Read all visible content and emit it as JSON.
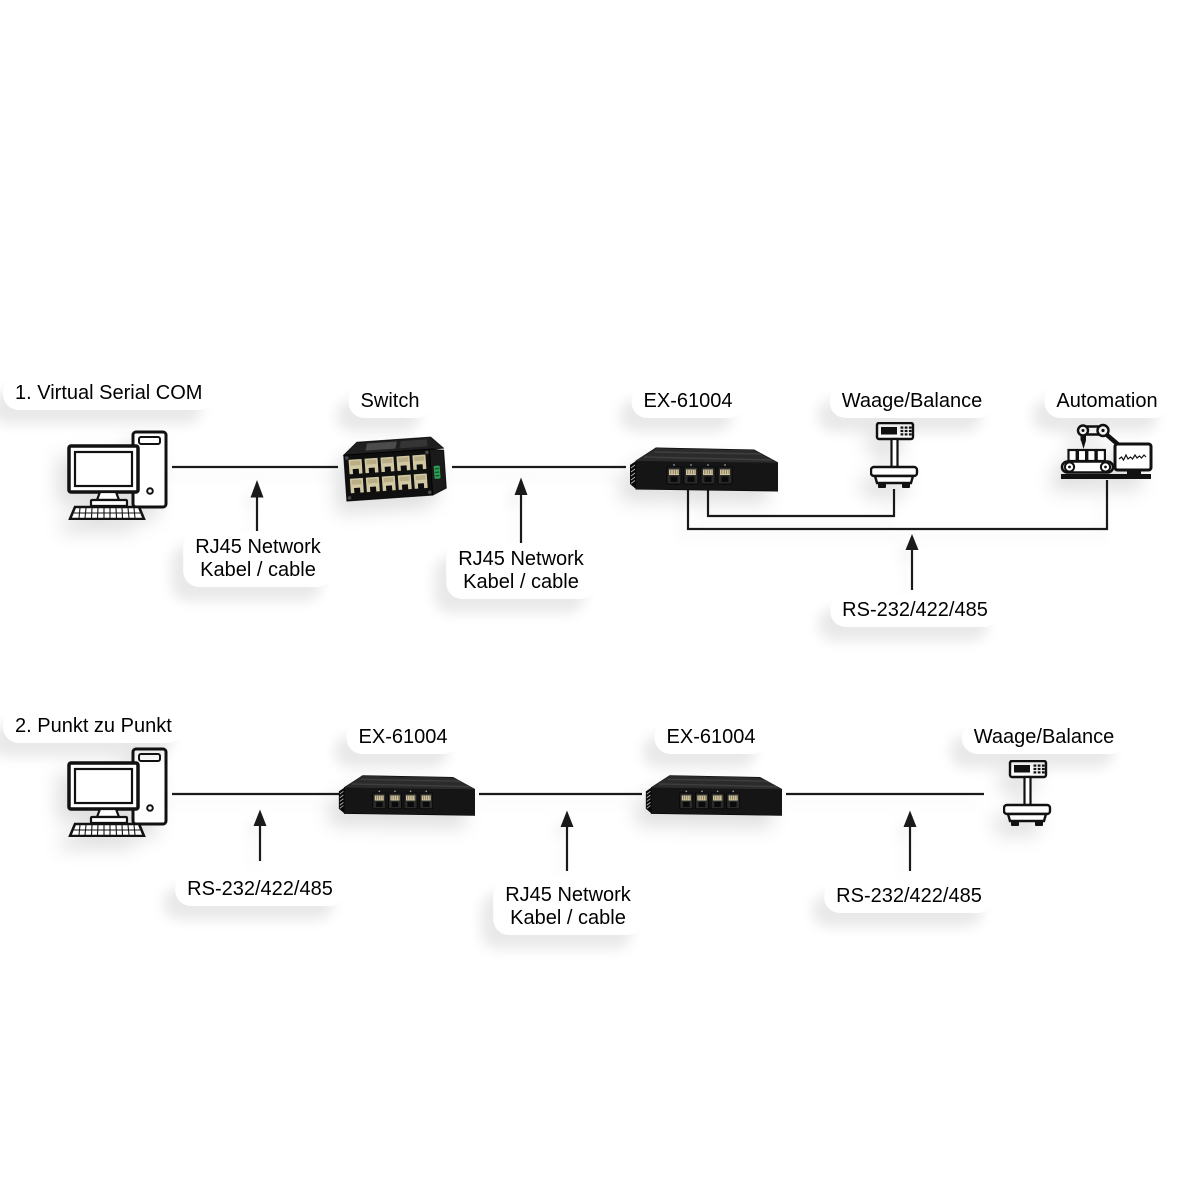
{
  "colors": {
    "background": "#ffffff",
    "line": "#1a1a1a",
    "text": "#000000",
    "device_body": "#141414",
    "rj45_port_tan": "#d2c9a4",
    "switch_terminal_green": "#2e9e52"
  },
  "sections": [
    {
      "title": "1. Virtual Serial COM",
      "device_labels": {
        "switch": "Switch",
        "ex61004": "EX-61004",
        "scale": "Waage/Balance",
        "automation": "Automation"
      },
      "cable_labels": {
        "pc_switch": "RJ45 Network\nKabel / cable",
        "switch_ex": "RJ45 Network\nKabel / cable",
        "serial": "RS-232/422/485"
      },
      "icons": [
        "desktop-pc",
        "ethernet-switch",
        "serial-device-server",
        "weighing-scale",
        "automation-line"
      ]
    },
    {
      "title": "2. Punkt zu Punkt",
      "device_labels": {
        "ex61004_left": "EX-61004",
        "ex61004_right": "EX-61004",
        "scale": "Waage/Balance"
      },
      "cable_labels": {
        "pc_ex": "RS-232/422/485",
        "ex_ex": "RJ45 Network\nKabel / cable",
        "ex_scale": "RS-232/422/485"
      },
      "icons": [
        "desktop-pc",
        "serial-device-server",
        "serial-device-server",
        "weighing-scale"
      ]
    }
  ]
}
